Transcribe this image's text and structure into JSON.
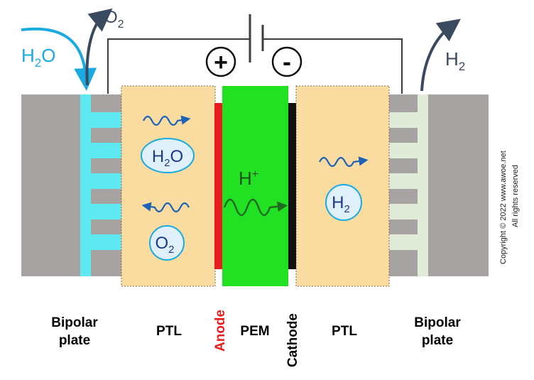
{
  "species": {
    "water_in": {
      "base": "H",
      "sub": "2",
      "tail": "O"
    },
    "oxygen_out": {
      "base": "O",
      "sub": "2"
    },
    "hydrogen_out": {
      "base": "H",
      "sub": "2"
    },
    "water_bubble": {
      "base": "H",
      "sub": "2",
      "tail": "O"
    },
    "oxygen_bubble": {
      "base": "O",
      "sub": "2"
    },
    "hydrogen_bubble": {
      "base": "H",
      "sub": "2"
    },
    "proton": {
      "base": "H",
      "sup": "+"
    }
  },
  "terminals": {
    "positive": "+",
    "negative": "-"
  },
  "labels": {
    "bipolar_left_line1": "Bipolar",
    "bipolar_left_line2": "plate",
    "ptl_left": "PTL",
    "anode": "Anode",
    "pem": "PEM",
    "cathode": "Cathode",
    "ptl_right": "PTL",
    "bipolar_right_line1": "Bipolar",
    "bipolar_right_line2": "plate"
  },
  "copyright": {
    "line1": "Copyright © 2022  www.awoe.net",
    "line2": "All rights reserved"
  },
  "colors": {
    "bipolar_plate": "#a8a3a3",
    "anode_channel": "#5ee8f0",
    "cathode_channel": "#e0ecd8",
    "ptl": "#fbdca0",
    "anode": "#e81c1c",
    "pem": "#22e022",
    "cathode": "#111111",
    "water_blue": "#1aa9e0",
    "dark_arrow": "#3a4a5e",
    "wave_blue": "#1b62b8",
    "bubble_fill": "#dff0fb"
  }
}
